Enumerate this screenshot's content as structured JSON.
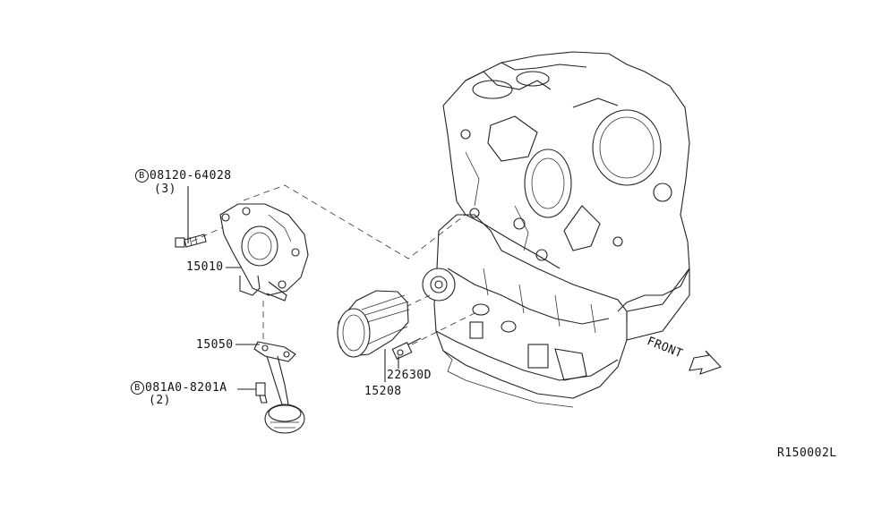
{
  "labels": {
    "bolt_upper_code": "08120-64028",
    "bolt_upper_qty": "(3)",
    "bolt_lower_code": "081A0-8201A",
    "bolt_lower_qty": "(2)",
    "bolt_marker": "B",
    "oil_pump": "15010",
    "strainer": "15050",
    "oil_filter": "15208",
    "sensor": "22630D",
    "front_arrow": "FRONT",
    "ref_code": "R150002L"
  },
  "colors": {
    "line": "#222222",
    "background": "#ffffff"
  }
}
